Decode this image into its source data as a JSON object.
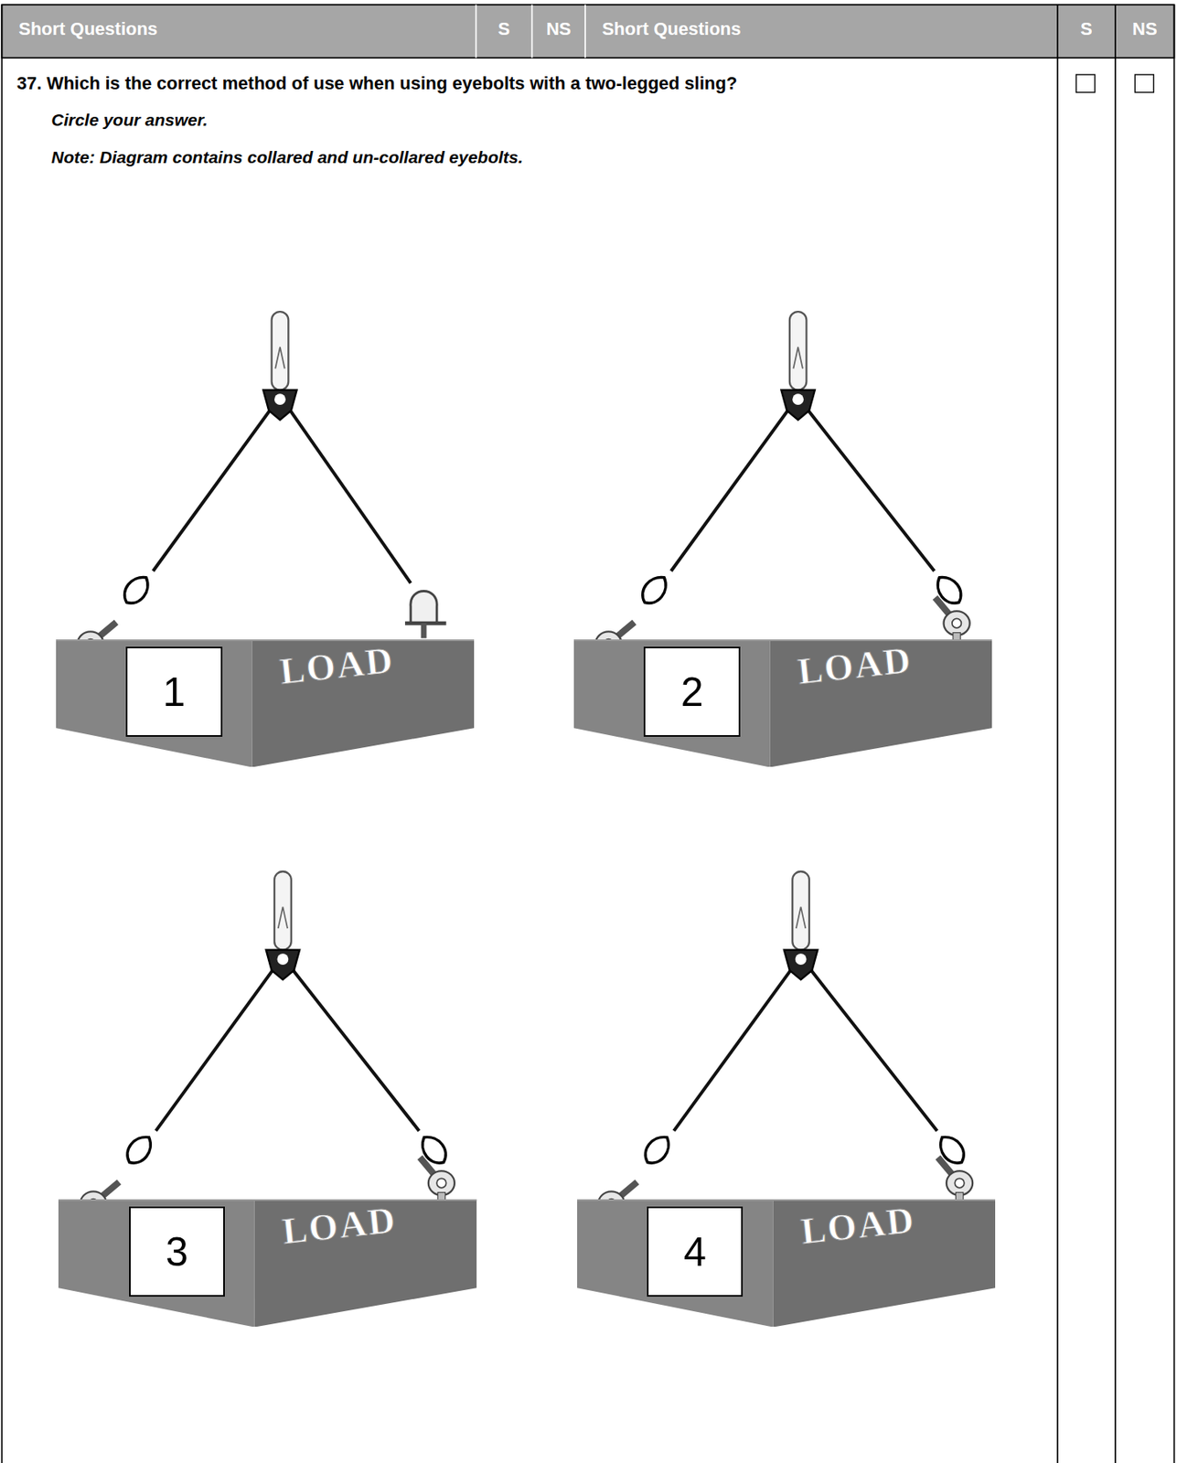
{
  "diagram": {
    "nodes": [
      {
        "text": [
          "LOAD"
        ]
      },
      {
        "text": [
          "1"
        ],
        "in": 0
      },
      {
        "text": [
          "LOAD"
        ]
      },
      {
        "text": [
          "2"
        ],
        "in": 2
      },
      {
        "text": [
          "LOAD"
        ]
      },
      {
        "text": [
          "3"
        ],
        "in": 4
      },
      {
        "text": [
          "LOAD"
        ]
      },
      {
        "text": [
          "4"
        ],
        "in": 6
      }
    ],
    "labels": [
      "Short Questions",
      "S",
      "NS",
      "Short Questions",
      "S",
      "NS",
      "37. Which is the correct method of use when using eyebolts with a two-legged sling?",
      "Circle your answer.",
      "Note: Diagram contains collared and un-collared eyebolts."
    ]
  }
}
